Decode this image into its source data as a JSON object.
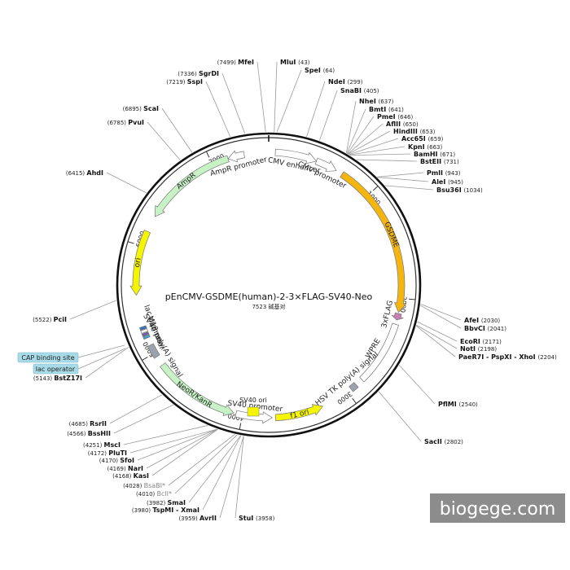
{
  "plasmid": {
    "name": "pEnCMV-GSDME(human)-2-3×FLAG-SV40-Neo",
    "length_label": "7523 碱基对",
    "length_bp": 7523
  },
  "ticks": [
    {
      "label": "1000",
      "bp": 1000
    },
    {
      "label": "2000",
      "bp": 2000
    },
    {
      "label": "3000",
      "bp": 3000
    },
    {
      "label": "4000",
      "bp": 4000
    },
    {
      "label": "5000",
      "bp": 5000
    },
    {
      "label": "6000",
      "bp": 6000
    },
    {
      "label": "7000",
      "bp": 7000
    }
  ],
  "features": [
    {
      "label": "CMV enhancer",
      "start": 60,
      "end": 440,
      "color": "#ffffff",
      "arrow": true,
      "text": "CMV enhancer"
    },
    {
      "label": "CMV promoter",
      "start": 440,
      "end": 640,
      "color": "#ffffff",
      "arrow": true,
      "text": "CMV promoter"
    },
    {
      "label": "GSDME",
      "start": 700,
      "end": 2130,
      "color": "#f5b50f",
      "arrow": true,
      "text": "GSDME"
    },
    {
      "label": "3xFLAG",
      "start": 2140,
      "end": 2200,
      "color": "#c97fb0",
      "arrow": true,
      "text": "3xFLAG"
    },
    {
      "label": "WPRE",
      "start": 2240,
      "end": 2830,
      "color": "#ffffff",
      "arrow": false,
      "text": "WPRE"
    },
    {
      "label": "HSV TK poly(A) signal",
      "start": 2900,
      "end": 2960,
      "color": "#9aa3ad",
      "arrow": false,
      "text": "HSV TK poly(A) signal"
    },
    {
      "label": "f1 ori",
      "start": 3260,
      "end": 3700,
      "color": "#f5f500",
      "arrow": true,
      "reverse": true,
      "text": "f1 ori"
    },
    {
      "label": "SV40 promoter",
      "start": 3730,
      "end": 4060,
      "color": "#ffffff",
      "arrow": true,
      "reverse": true,
      "text": "SV40 promoter"
    },
    {
      "label": "NeoR/KanR",
      "start": 4080,
      "end": 4870,
      "color": "#c6f2c6",
      "arrow": true,
      "reverse": true,
      "text": "NeoR/KanR"
    },
    {
      "label": "SV40 poly(A) signal",
      "start": 4960,
      "end": 5080,
      "color": "#9aa3ad",
      "arrow": false,
      "text": "SV40 poly(A) signal"
    },
    {
      "label": "lac operator",
      "start": 5150,
      "end": 5175,
      "color": "#4aa0c0",
      "arrow": false,
      "text": ""
    },
    {
      "label": "M13 rev",
      "start": 5178,
      "end": 5200,
      "color": "#7a59b5",
      "arrow": false,
      "text": "M13 rev"
    },
    {
      "label": "CAP binding site",
      "start": 5235,
      "end": 5260,
      "color": "#3b6fb5",
      "arrow": false,
      "text": ""
    },
    {
      "label": "lac promoter",
      "start": 5206,
      "end": 5231,
      "color": "#ffffff",
      "arrow": false,
      "text": "lac promoter"
    },
    {
      "label": "ori",
      "start": 5550,
      "end": 6140,
      "color": "#f5f500",
      "arrow": true,
      "reverse": true,
      "text": "ori"
    },
    {
      "label": "AmpR",
      "start": 6290,
      "end": 7150,
      "color": "#c6f2c6",
      "arrow": true,
      "reverse": true,
      "text": "AmpR"
    },
    {
      "label": "AmpR promoter",
      "start": 7150,
      "end": 7300,
      "color": "#ffffff",
      "arrow": true,
      "reverse": true,
      "text": "AmpR promoter"
    }
  ],
  "inner_features": [
    {
      "text": "SV40 ori",
      "color": "#f5f500"
    }
  ],
  "sites": [
    {
      "name": "MfeI",
      "pos": "(7499)",
      "side": "L",
      "bp": 7499
    },
    {
      "name": "SgrDI",
      "pos": "(7336)",
      "side": "L",
      "bp": 7336
    },
    {
      "name": "SspI",
      "pos": "(7219)",
      "side": "L",
      "bp": 7219
    },
    {
      "name": "ScaI",
      "pos": "(6895)",
      "side": "L",
      "bp": 6895
    },
    {
      "name": "PvuI",
      "pos": "(6785)",
      "side": "L",
      "bp": 6785
    },
    {
      "name": "AhdI",
      "pos": "(6415)",
      "side": "L",
      "bp": 6415
    },
    {
      "name": "PciI",
      "pos": "(5522)",
      "side": "L",
      "bp": 5522
    },
    {
      "name": "BstZ17I",
      "pos": "(5143)",
      "side": "L",
      "bp": 5143
    },
    {
      "name": "RsrII",
      "pos": "(4685)",
      "side": "L",
      "bp": 4685
    },
    {
      "name": "BssHII",
      "pos": "(4566)",
      "side": "L",
      "bp": 4566
    },
    {
      "name": "MscI",
      "pos": "(4251)",
      "side": "L",
      "bp": 4251
    },
    {
      "name": "PluTI",
      "pos": "(4172)",
      "side": "L",
      "bp": 4172
    },
    {
      "name": "SfoI",
      "pos": "(4170)",
      "side": "L",
      "bp": 4170
    },
    {
      "name": "NarI",
      "pos": "(4169)",
      "side": "L",
      "bp": 4169
    },
    {
      "name": "KasI",
      "pos": "(4168)",
      "side": "L",
      "bp": 4168
    },
    {
      "name": "BsaBI*",
      "pos": "(4028)",
      "side": "L",
      "bp": 4028,
      "dim": true
    },
    {
      "name": "BclI*",
      "pos": "(4010)",
      "side": "L",
      "bp": 4010,
      "dim": true
    },
    {
      "name": "SmaI",
      "pos": "(3982)",
      "side": "L",
      "bp": 3982
    },
    {
      "name": "TspMI - XmaI",
      "pos": "(3980)",
      "side": "L",
      "bp": 3980
    },
    {
      "name": "AvrII",
      "pos": "(3959)",
      "side": "L",
      "bp": 3959
    },
    {
      "name": "StuI",
      "pos": "(3958)",
      "side": "R",
      "bp": 3958
    },
    {
      "name": "MluI",
      "pos": "(43)",
      "side": "R",
      "bp": 43
    },
    {
      "name": "SpeI",
      "pos": "(64)",
      "side": "R",
      "bp": 64
    },
    {
      "name": "NdeI",
      "pos": "(299)",
      "side": "R",
      "bp": 299
    },
    {
      "name": "SnaBI",
      "pos": "(405)",
      "side": "R",
      "bp": 405
    },
    {
      "name": "NheI",
      "pos": "(637)",
      "side": "R",
      "bp": 637
    },
    {
      "name": "BmtI",
      "pos": "(641)",
      "side": "R",
      "bp": 641
    },
    {
      "name": "PmeI",
      "pos": "(646)",
      "side": "R",
      "bp": 646
    },
    {
      "name": "AflII",
      "pos": "(650)",
      "side": "R",
      "bp": 650
    },
    {
      "name": "HindIII",
      "pos": "(653)",
      "side": "R",
      "bp": 653
    },
    {
      "name": "Acc65I",
      "pos": "(659)",
      "side": "R",
      "bp": 659
    },
    {
      "name": "KpnI",
      "pos": "(663)",
      "side": "R",
      "bp": 663
    },
    {
      "name": "BamHI",
      "pos": "(671)",
      "side": "R",
      "bp": 671
    },
    {
      "name": "BstEII",
      "pos": "(731)",
      "side": "R",
      "bp": 731
    },
    {
      "name": "PmlI",
      "pos": "(943)",
      "side": "R",
      "bp": 943
    },
    {
      "name": "AleI",
      "pos": "(945)",
      "side": "R",
      "bp": 945
    },
    {
      "name": "Bsu36I",
      "pos": "(1034)",
      "side": "R",
      "bp": 1034
    },
    {
      "name": "AfeI",
      "pos": "(2030)",
      "side": "R",
      "bp": 2030
    },
    {
      "name": "BbvCI",
      "pos": "(2041)",
      "side": "R",
      "bp": 2041
    },
    {
      "name": "EcoRI",
      "pos": "(2171)",
      "side": "R",
      "bp": 2171
    },
    {
      "name": "NotI",
      "pos": "(2198)",
      "side": "R",
      "bp": 2198
    },
    {
      "name": "PaeR7I - PspXI - XhoI",
      "pos": "(2204)",
      "side": "R",
      "bp": 2204
    },
    {
      "name": "PflMI",
      "pos": "(2540)",
      "side": "R",
      "bp": 2540
    },
    {
      "name": "SacII",
      "pos": "(2802)",
      "side": "R",
      "bp": 2802
    }
  ],
  "boxed_labels": [
    {
      "text": "CAP binding site",
      "bg": "#a8dbe8"
    },
    {
      "text": "lac operator",
      "bg": "#a8dbe8"
    }
  ],
  "watermark": {
    "text": "biogege.com",
    "bg": "#8c8c8c"
  }
}
